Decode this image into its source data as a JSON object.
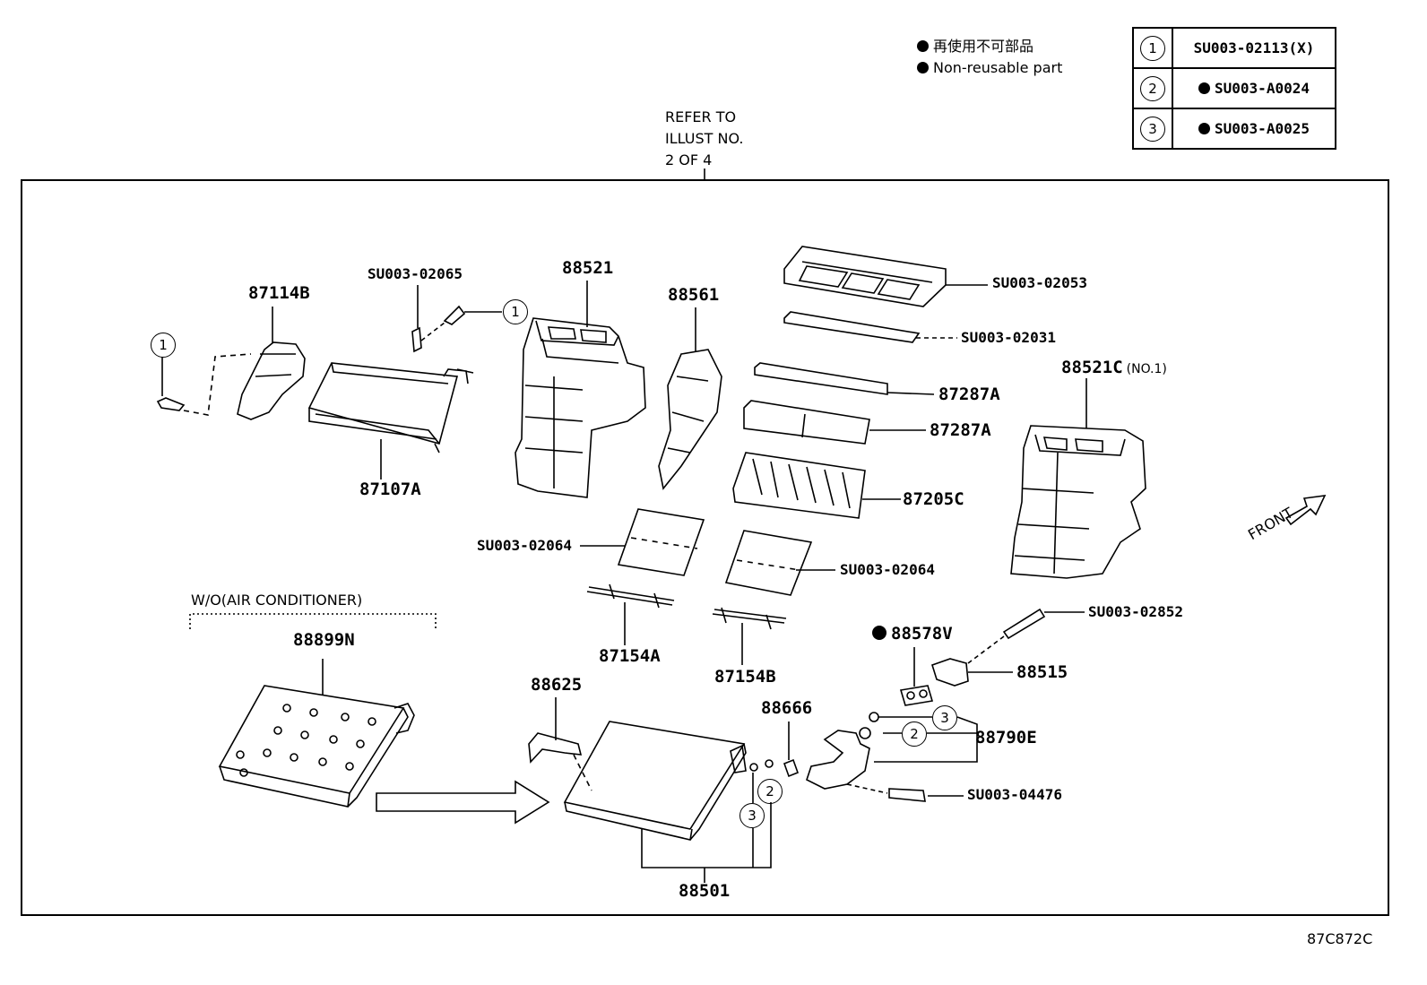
{
  "notice": {
    "line_jp": "再使用不可部品",
    "line_en": "Non-reusable part"
  },
  "reference": {
    "line1": "REFER TO",
    "line2": "ILLUST NO.",
    "line3": "2 OF 4"
  },
  "legend": [
    {
      "num": "1",
      "code": "SU003-02113(X)",
      "non_reusable": false
    },
    {
      "num": "2",
      "code": "SU003-A0024",
      "non_reusable": true
    },
    {
      "num": "3",
      "code": "SU003-A0025",
      "non_reusable": true
    }
  ],
  "parts": {
    "p87114B": "87114B",
    "p87107A": "87107A",
    "pSU00302065": "SU003-02065",
    "p88521": "88521",
    "p88561": "88561",
    "pSU00302053": "SU003-02053",
    "pSU00302031": "SU003-02031",
    "p87287A_1": "87287A",
    "p87287A_2": "87287A",
    "p87205C": "87205C",
    "p88521C": "88521C",
    "p88521C_note": "(NO.1)",
    "pSU00302064_1": "SU003-02064",
    "pSU00302064_2": "SU003-02064",
    "p87154A": "87154A",
    "p87154B": "87154B",
    "pSU00302852": "SU003-02852",
    "p88578V": "88578V",
    "p88515": "88515",
    "p88899N": "88899N",
    "p88625": "88625",
    "p88666": "88666",
    "p88790E": "88790E",
    "pSU00304476": "SU003-04476",
    "p88501": "88501"
  },
  "callouts": {
    "c1a": "1",
    "c1b": "1",
    "c2a": "2",
    "c2b": "2",
    "c3a": "3",
    "c3b": "3"
  },
  "variant_label": "W/O(AIR CONDITIONER)",
  "front_label": "FRONT",
  "illustration_id": "87C872C"
}
